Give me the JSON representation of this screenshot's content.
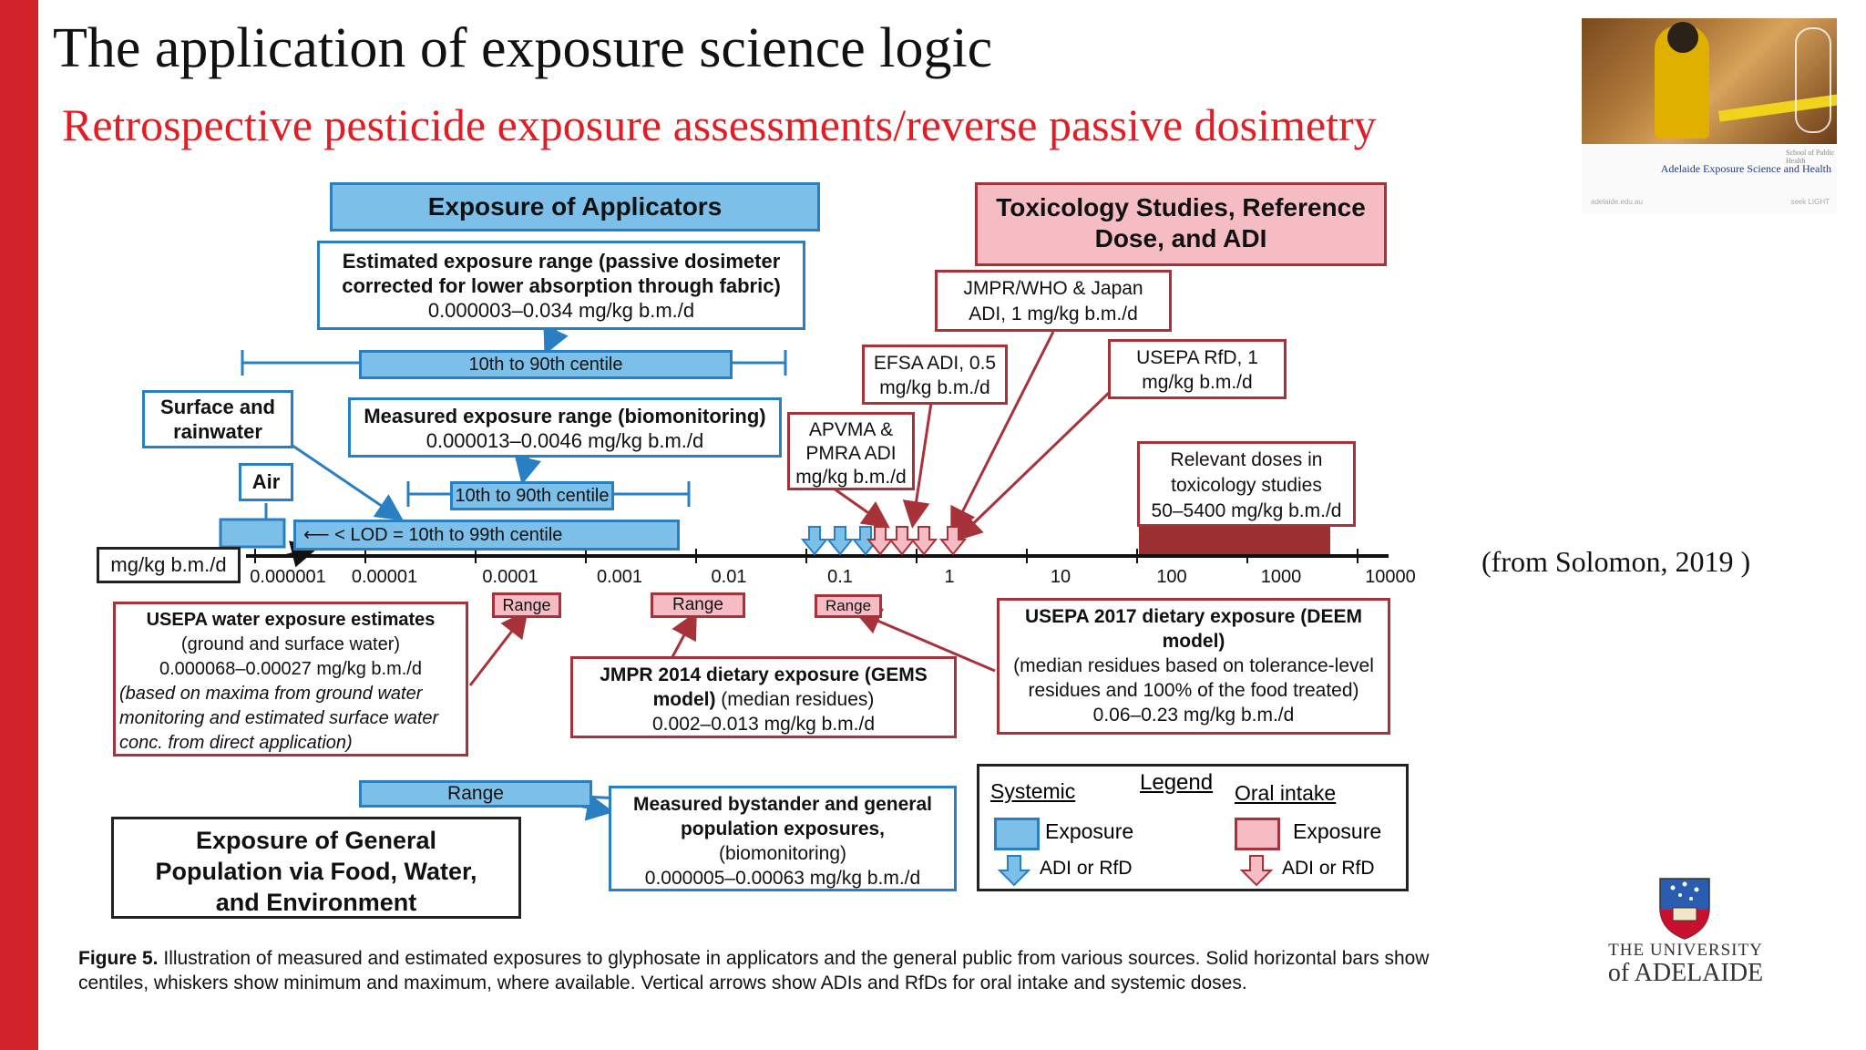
{
  "slide": {
    "title": "The application of exposure science logic",
    "subtitle": "Retrospective pesticide exposure assessments/reverse passive dosimetry",
    "from_note": "(from Solomon, 2019 )",
    "accent_color": "#d2232a",
    "subtitle_color": "#e01e25"
  },
  "thumbnail": {
    "small_text": "School of Public Health",
    "caption": "Adelaide Exposure Science and Health",
    "url": "adelaide.edu.au",
    "code": "seek LIGHT"
  },
  "university": {
    "line1": "THE UNIVERSITY",
    "line2": "of ADELAIDE",
    "crest_icon": "university-crest-icon"
  },
  "figure": {
    "applicators_header": "Exposure of Applicators",
    "tox_header": "Toxicology Studies, Reference Dose, and ADI",
    "estimated": {
      "line1": "Estimated exposure range (passive dosimeter",
      "line2": "corrected for lower absorption through fabric)",
      "line3": "0.000003–0.034 mg/kg b.m./d"
    },
    "centile_10_90": "10th to 90th centile",
    "measured": {
      "line1": "Measured exposure range (biomonitoring)",
      "line2": "0.000013–0.0046 mg/kg b.m./d"
    },
    "surface_rainwater": "Surface and rainwater",
    "air": "Air",
    "lod_label": "< LOD = 10th to 99th centile",
    "units_label": "mg/kg b.m./d",
    "ticks": [
      "0.000001",
      "0.00001",
      "0.0001",
      "0.001",
      "0.01",
      "0.1",
      "1",
      "10",
      "100",
      "1000",
      "10000"
    ],
    "jmpr_who": {
      "line1": "JMPR/WHO & Japan",
      "line2": "ADI, 1 mg/kg b.m./d"
    },
    "efsa": {
      "line1": "EFSA ADI, 0.5",
      "line2": "mg/kg b.m./d"
    },
    "usepa_rfd": {
      "line1": "USEPA RfD, 1",
      "line2": "mg/kg b.m./d"
    },
    "apvma": {
      "line1": "APVMA &",
      "line2": "PMRA ADI",
      "line3": "mg/kg b.m./d"
    },
    "relevant_doses": {
      "line1": "Relevant doses in",
      "line2": "toxicology studies",
      "line3": "50–5400 mg/kg b.m./d"
    },
    "range_label": "Range",
    "usepa_water": {
      "title": "USEPA water exposure estimates",
      "line2": "(ground and surface water)",
      "line3": "0.000068–0.00027 mg/kg b.m./d",
      "line4": "(based on maxima from ground water",
      "line5": "monitoring and estimated surface water",
      "line6": "conc. from direct application)"
    },
    "jmpr_2014": {
      "line1": "JMPR 2014 dietary exposure (GEMS",
      "line2a": "model)",
      "line2b": " (median residues)",
      "line3": "0.002–0.013 mg/kg b.m./d"
    },
    "usepa_2017": {
      "line1": "USEPA 2017 dietary exposure (DEEM",
      "line2": "model)",
      "line3": "(median residues based on tolerance-level",
      "line4": "residues and 100% of the food treated)",
      "line5": "0.06–0.23 mg/kg b.m./d"
    },
    "general_population": {
      "line1": "Exposure of General",
      "line2": "Population via Food, Water,",
      "line3": "and Environment"
    },
    "bystander": {
      "line1": "Measured bystander and general",
      "line2": "population exposures,",
      "line3": "(biomonitoring)",
      "line4": "0.000005–0.00063 mg/kg b.m./d"
    },
    "legend": {
      "title": "Legend",
      "systemic": "Systemic",
      "oral": "Oral intake",
      "exposure": "Exposure",
      "adi": "ADI or RfD",
      "systemic_color": "#7cc0ea",
      "oral_color": "#f6bcc4"
    },
    "caption_bold": "Figure 5.",
    "caption_text": " Illustration of measured and estimated exposures to glyphosate in applicators and the general public from various sources. Solid horizontal bars show centiles, whiskers show minimum and maximum, where available. Vertical arrows show ADIs and RfDs for oral intake and systemic doses."
  }
}
